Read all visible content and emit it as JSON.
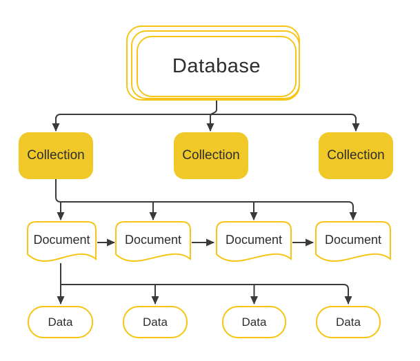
{
  "colors": {
    "accent_fill": "#F0C929",
    "accent_stroke": "#F6C515",
    "connector": "#3A3A3A",
    "text": "#2D2D2D",
    "background": "#FFFFFF"
  },
  "nodes": {
    "database": {
      "label": "Database"
    },
    "collections": [
      {
        "label": "Collection"
      },
      {
        "label": "Collection"
      },
      {
        "label": "Collection"
      }
    ],
    "documents": [
      {
        "label": "Document"
      },
      {
        "label": "Document"
      },
      {
        "label": "Document"
      },
      {
        "label": "Document"
      }
    ],
    "data_items": [
      {
        "label": "Data"
      },
      {
        "label": "Data"
      },
      {
        "label": "Data"
      },
      {
        "label": "Data"
      }
    ]
  },
  "edges": [
    {
      "from": "database",
      "to": "collection-1"
    },
    {
      "from": "database",
      "to": "collection-2"
    },
    {
      "from": "database",
      "to": "collection-3"
    },
    {
      "from": "collection-1",
      "to": "document-1"
    },
    {
      "from": "collection-1",
      "to": "document-2"
    },
    {
      "from": "collection-1",
      "to": "document-3"
    },
    {
      "from": "collection-1",
      "to": "document-4"
    },
    {
      "from": "document-1",
      "to": "document-2"
    },
    {
      "from": "document-2",
      "to": "document-3"
    },
    {
      "from": "document-3",
      "to": "document-4"
    },
    {
      "from": "document-1",
      "to": "data-1"
    },
    {
      "from": "document-1",
      "to": "data-2"
    },
    {
      "from": "document-1",
      "to": "data-3"
    },
    {
      "from": "document-1",
      "to": "data-4"
    }
  ]
}
